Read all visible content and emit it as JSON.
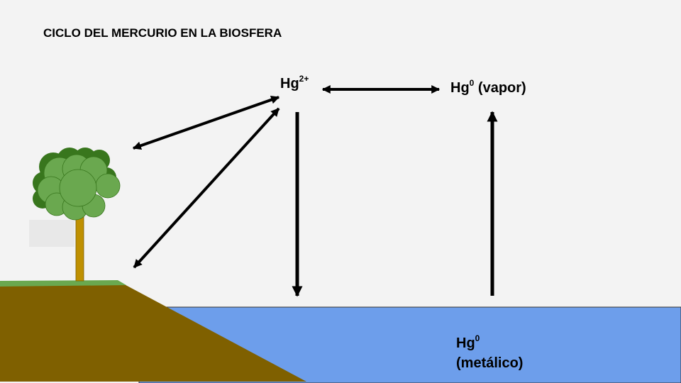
{
  "title": "CICLO DEL MERCURIO EN LA BIOSFERA",
  "species": {
    "hg_ion": {
      "base": "Hg",
      "charge": "2+"
    },
    "hg_vapor": {
      "base": "Hg",
      "sup": "0",
      "state": " (vapor)"
    },
    "hg_metal": {
      "base": "Hg",
      "sup": "0",
      "state": "(metálico)"
    }
  },
  "colors": {
    "background": "#f3f3f3",
    "water": "#6d9eeb",
    "soil": "#7f6000",
    "grass": "#6aa84f",
    "foliage": "#6aa84f",
    "foliage_dark": "#38761d",
    "trunk": "#bf9000",
    "arrow": "#000000"
  }
}
